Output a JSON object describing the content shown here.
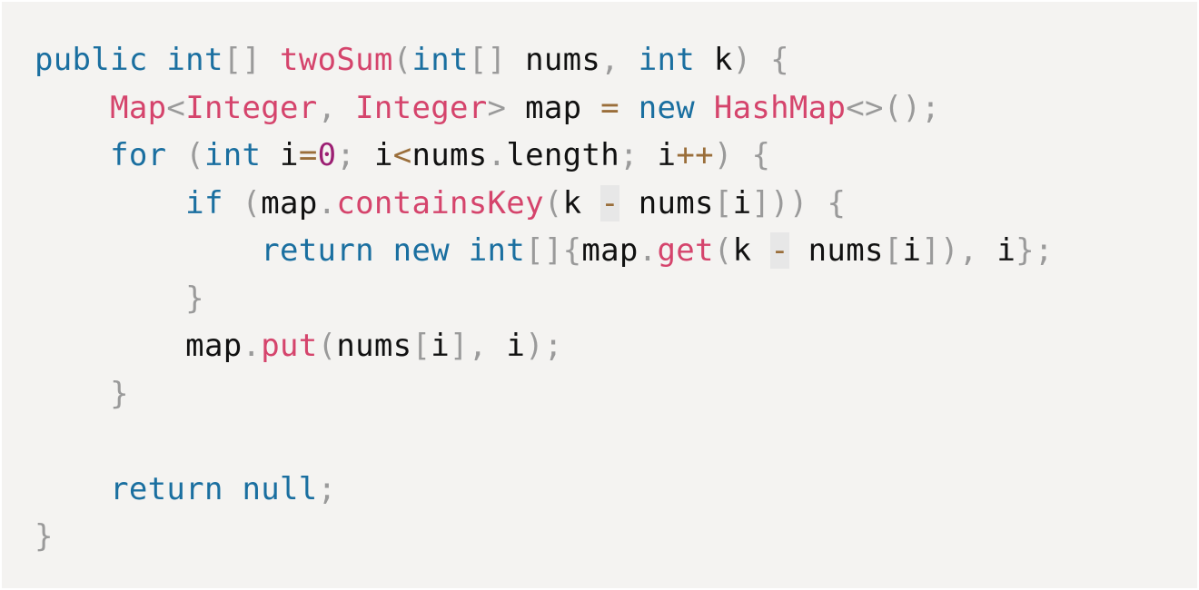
{
  "code": {
    "language": "java",
    "lines": [
      [
        {
          "t": "public",
          "c": "kw"
        },
        {
          "t": " ",
          "c": "id"
        },
        {
          "t": "int",
          "c": "kw"
        },
        {
          "t": "[]",
          "c": "pn"
        },
        {
          "t": " ",
          "c": "id"
        },
        {
          "t": "twoSum",
          "c": "fn"
        },
        {
          "t": "(",
          "c": "pn"
        },
        {
          "t": "int",
          "c": "kw"
        },
        {
          "t": "[]",
          "c": "pn"
        },
        {
          "t": " nums",
          "c": "id"
        },
        {
          "t": ",",
          "c": "pn"
        },
        {
          "t": " ",
          "c": "id"
        },
        {
          "t": "int",
          "c": "kw"
        },
        {
          "t": " k",
          "c": "id"
        },
        {
          "t": ")",
          "c": "pn"
        },
        {
          "t": " ",
          "c": "id"
        },
        {
          "t": "{",
          "c": "pn"
        }
      ],
      [
        {
          "t": "    ",
          "c": "id"
        },
        {
          "t": "Map",
          "c": "typ"
        },
        {
          "t": "<",
          "c": "pn"
        },
        {
          "t": "Integer",
          "c": "typ"
        },
        {
          "t": ",",
          "c": "pn"
        },
        {
          "t": " ",
          "c": "id"
        },
        {
          "t": "Integer",
          "c": "typ"
        },
        {
          "t": ">",
          "c": "pn"
        },
        {
          "t": " map ",
          "c": "id"
        },
        {
          "t": "=",
          "c": "op"
        },
        {
          "t": " ",
          "c": "id"
        },
        {
          "t": "new",
          "c": "kw"
        },
        {
          "t": " ",
          "c": "id"
        },
        {
          "t": "HashMap",
          "c": "typ"
        },
        {
          "t": "<>();",
          "c": "pn"
        }
      ],
      [
        {
          "t": "    ",
          "c": "id"
        },
        {
          "t": "for",
          "c": "kw"
        },
        {
          "t": " ",
          "c": "id"
        },
        {
          "t": "(",
          "c": "pn"
        },
        {
          "t": "int",
          "c": "kw"
        },
        {
          "t": " i",
          "c": "id"
        },
        {
          "t": "=",
          "c": "op"
        },
        {
          "t": "0",
          "c": "num"
        },
        {
          "t": ";",
          "c": "pn"
        },
        {
          "t": " i",
          "c": "id"
        },
        {
          "t": "<",
          "c": "op"
        },
        {
          "t": "nums",
          "c": "id"
        },
        {
          "t": ".",
          "c": "pn"
        },
        {
          "t": "length",
          "c": "id"
        },
        {
          "t": ";",
          "c": "pn"
        },
        {
          "t": " i",
          "c": "id"
        },
        {
          "t": "++",
          "c": "op"
        },
        {
          "t": ")",
          "c": "pn"
        },
        {
          "t": " ",
          "c": "id"
        },
        {
          "t": "{",
          "c": "pn"
        }
      ],
      [
        {
          "t": "        ",
          "c": "id"
        },
        {
          "t": "if",
          "c": "kw"
        },
        {
          "t": " ",
          "c": "id"
        },
        {
          "t": "(",
          "c": "pn"
        },
        {
          "t": "map",
          "c": "id"
        },
        {
          "t": ".",
          "c": "pn"
        },
        {
          "t": "containsKey",
          "c": "fn"
        },
        {
          "t": "(",
          "c": "pn"
        },
        {
          "t": "k ",
          "c": "id"
        },
        {
          "t": "-",
          "c": "op",
          "hl": true
        },
        {
          "t": " nums",
          "c": "id"
        },
        {
          "t": "[",
          "c": "pn"
        },
        {
          "t": "i",
          "c": "id"
        },
        {
          "t": "]))",
          "c": "pn"
        },
        {
          "t": " ",
          "c": "id"
        },
        {
          "t": "{",
          "c": "pn"
        }
      ],
      [
        {
          "t": "            ",
          "c": "id"
        },
        {
          "t": "return",
          "c": "kw"
        },
        {
          "t": " ",
          "c": "id"
        },
        {
          "t": "new",
          "c": "kw"
        },
        {
          "t": " ",
          "c": "id"
        },
        {
          "t": "int",
          "c": "kw"
        },
        {
          "t": "[]{",
          "c": "pn"
        },
        {
          "t": "map",
          "c": "id"
        },
        {
          "t": ".",
          "c": "pn"
        },
        {
          "t": "get",
          "c": "fn"
        },
        {
          "t": "(",
          "c": "pn"
        },
        {
          "t": "k ",
          "c": "id"
        },
        {
          "t": "-",
          "c": "op",
          "hl": true
        },
        {
          "t": " nums",
          "c": "id"
        },
        {
          "t": "[",
          "c": "pn"
        },
        {
          "t": "i",
          "c": "id"
        },
        {
          "t": "]),",
          "c": "pn"
        },
        {
          "t": " i",
          "c": "id"
        },
        {
          "t": "};",
          "c": "pn"
        }
      ],
      [
        {
          "t": "        ",
          "c": "id"
        },
        {
          "t": "}",
          "c": "pn"
        }
      ],
      [
        {
          "t": "        ",
          "c": "id"
        },
        {
          "t": "map",
          "c": "id"
        },
        {
          "t": ".",
          "c": "pn"
        },
        {
          "t": "put",
          "c": "fn"
        },
        {
          "t": "(",
          "c": "pn"
        },
        {
          "t": "nums",
          "c": "id"
        },
        {
          "t": "[",
          "c": "pn"
        },
        {
          "t": "i",
          "c": "id"
        },
        {
          "t": "],",
          "c": "pn"
        },
        {
          "t": " i",
          "c": "id"
        },
        {
          "t": ");",
          "c": "pn"
        }
      ],
      [
        {
          "t": "    ",
          "c": "id"
        },
        {
          "t": "}",
          "c": "pn"
        }
      ],
      [],
      [
        {
          "t": "    ",
          "c": "id"
        },
        {
          "t": "return",
          "c": "kw"
        },
        {
          "t": " ",
          "c": "id"
        },
        {
          "t": "null",
          "c": "kw"
        },
        {
          "t": ";",
          "c": "pn"
        }
      ],
      [
        {
          "t": "}",
          "c": "pn"
        }
      ]
    ]
  }
}
